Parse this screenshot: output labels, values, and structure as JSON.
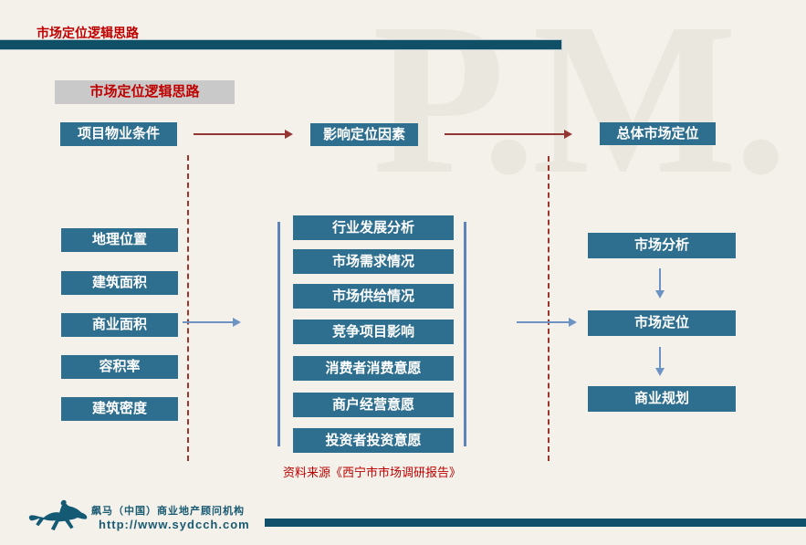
{
  "header": {
    "title": "市场定位逻辑思路",
    "watermark": "P.M.",
    "heading_box": "市场定位逻辑思路"
  },
  "flow_top": {
    "left": "项目物业条件",
    "middle": "影响定位因素",
    "right": "总体市场定位"
  },
  "left_column": [
    "地理位置",
    "建筑面积",
    "商业面积",
    "容积率",
    "建筑密度"
  ],
  "middle_column": [
    "行业发展分析",
    "市场需求情况",
    "市场供给情况",
    "竞争项目影响",
    "消费者消费意愿",
    "商户经营意愿",
    "投资者投资意愿"
  ],
  "right_column": [
    "市场分析",
    "市场定位",
    "商业规划"
  ],
  "source_note": "资料来源《西宁市市场调研报告》",
  "footer": {
    "company": "飙马（中国）商业地产顾问机构",
    "website": "http://www.sydcch.com",
    "logo": "horse-logo"
  },
  "colors": {
    "background": "#f3f1ea",
    "node_teal": "#2e6e8e",
    "bar_teal": "#0f5066",
    "footer_teal": "#1a5a72",
    "title_red": "#c00000",
    "arrow_red": "#943634",
    "arrow_blue": "#6d92c4",
    "heading_gray": "#c9c9c9",
    "watermark_gray": "#eae7df"
  }
}
